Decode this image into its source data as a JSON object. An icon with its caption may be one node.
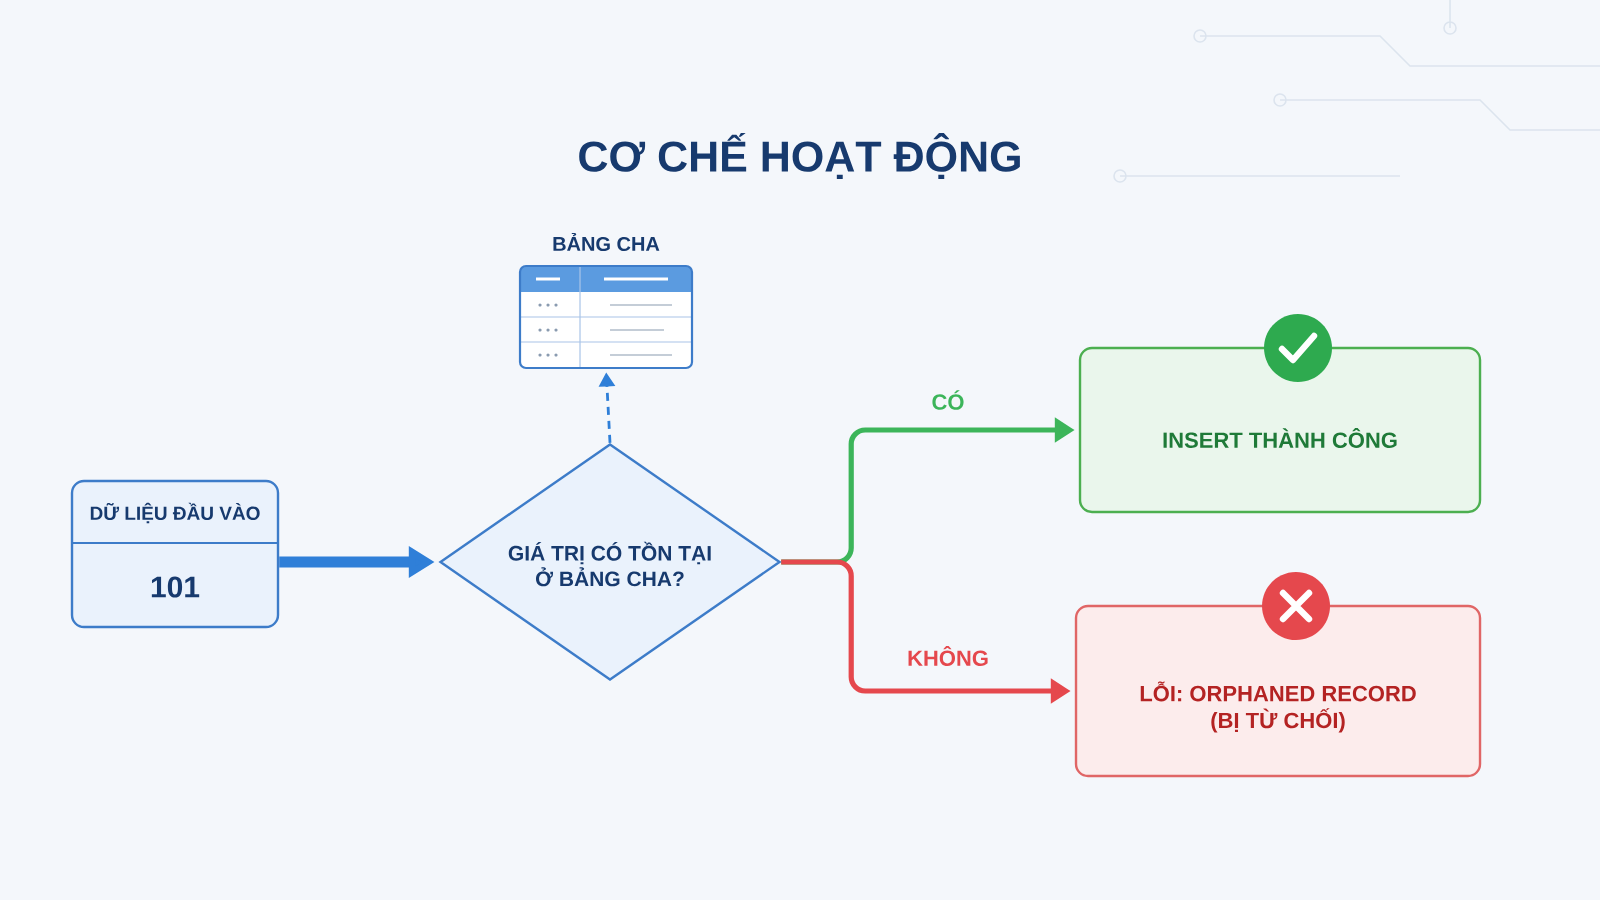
{
  "diagram": {
    "title": "CƠ CHẾ HOẠT ĐỘNG",
    "nodes": [
      {
        "text": [
          "DỮ LIỆU ĐẦU VÀO",
          "101"
        ]
      },
      {
        "text": [
          "GIÁ TRỊ CÓ TỒN TẠI Ở BẢNG CHA?"
        ]
      },
      {
        "text": [
          "BẢNG CHA"
        ]
      },
      {
        "text": [
          "INSERT THÀNH CÔNG"
        ]
      },
      {
        "text": [
          "LỖI: ORPHANED RECORD (BỊ TỪ CHỐI)"
        ]
      }
    ],
    "edges": [
      {
        "from": 0,
        "to": 1,
        "arrow": "to",
        "style": "thick"
      },
      {
        "from": 1,
        "to": 2,
        "arrow": "to",
        "style": "dashed"
      },
      {
        "from": 1,
        "to": 3,
        "arrow": "to",
        "label": "CÓ",
        "color": "#3cb55a"
      },
      {
        "from": 1,
        "to": 4,
        "arrow": "to",
        "label": "KHÔNG",
        "color": "#e5484d"
      }
    ]
  }
}
